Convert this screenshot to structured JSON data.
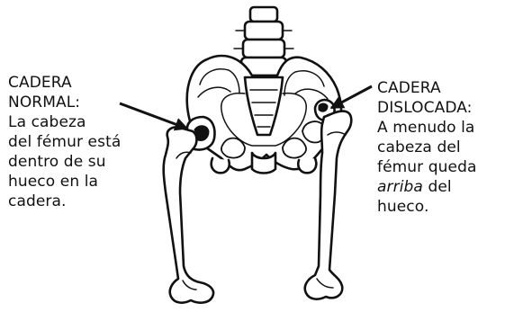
{
  "left_label": {
    "lines": [
      "CADERA",
      "NORMAL:",
      "La cabeza",
      "del fémur está",
      "dentro de su",
      "hueco en la",
      "cadera."
    ]
  },
  "right_label": {
    "lines": [
      "CADERA",
      "DISLOCADA:",
      "A menudo la",
      "cabeza del",
      "fémur queda"
    ],
    "line6_italic": "arriba",
    "line6_rest": " del",
    "line7": "hueco."
  }
}
